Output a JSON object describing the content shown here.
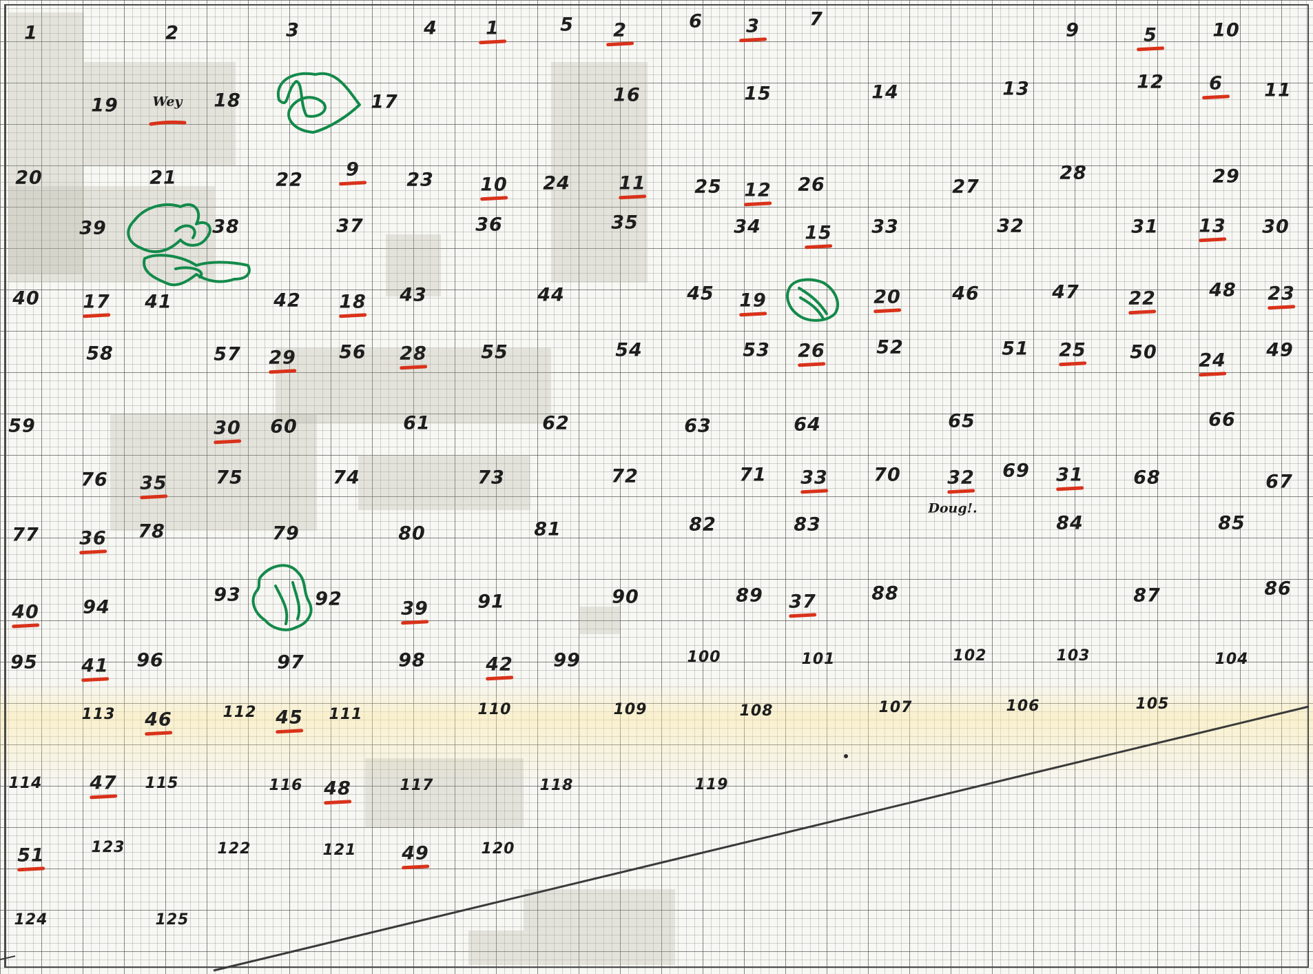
{
  "map": {
    "type": "plot-map-on-graph-paper",
    "colors": {
      "grid": "#5c5c5c",
      "paper": "#f7f7f3",
      "ink": "#1d1d1d",
      "underline": "#d9321a",
      "scribble": "#138a4a"
    },
    "plots": [
      {
        "id": "p1",
        "label": "1"
      },
      {
        "id": "p2",
        "label": "2"
      },
      {
        "id": "p3",
        "label": "3"
      },
      {
        "id": "p4",
        "label": "4"
      },
      {
        "id": "p5",
        "label": "5"
      },
      {
        "id": "p6",
        "label": "6"
      },
      {
        "id": "p7",
        "label": "7"
      },
      {
        "id": "p9",
        "label": "9"
      },
      {
        "id": "p10",
        "label": "10"
      },
      {
        "id": "p11",
        "label": "11"
      },
      {
        "id": "p12",
        "label": "12"
      },
      {
        "id": "p13",
        "label": "13"
      },
      {
        "id": "p14",
        "label": "14"
      },
      {
        "id": "p15",
        "label": "15"
      },
      {
        "id": "p16",
        "label": "16"
      },
      {
        "id": "p17",
        "label": "17"
      },
      {
        "id": "p18",
        "label": "18"
      },
      {
        "id": "p19",
        "label": "19"
      },
      {
        "id": "p20",
        "label": "20"
      },
      {
        "id": "p21",
        "label": "21"
      },
      {
        "id": "p22",
        "label": "22"
      },
      {
        "id": "p23",
        "label": "23"
      },
      {
        "id": "p24",
        "label": "24"
      },
      {
        "id": "p25",
        "label": "25"
      },
      {
        "id": "p26",
        "label": "26"
      },
      {
        "id": "p27",
        "label": "27"
      },
      {
        "id": "p28",
        "label": "28"
      },
      {
        "id": "p29",
        "label": "29"
      },
      {
        "id": "p30",
        "label": "30"
      },
      {
        "id": "p31",
        "label": "31"
      },
      {
        "id": "p32",
        "label": "32"
      },
      {
        "id": "p33",
        "label": "33"
      },
      {
        "id": "p34",
        "label": "34"
      },
      {
        "id": "p35",
        "label": "35"
      },
      {
        "id": "p36",
        "label": "36"
      },
      {
        "id": "p37",
        "label": "37"
      },
      {
        "id": "p38",
        "label": "38"
      },
      {
        "id": "p39",
        "label": "39"
      },
      {
        "id": "p40",
        "label": "40"
      },
      {
        "id": "p41",
        "label": "41"
      },
      {
        "id": "p42",
        "label": "42"
      },
      {
        "id": "p43",
        "label": "43"
      },
      {
        "id": "p44",
        "label": "44"
      },
      {
        "id": "p45",
        "label": "45"
      },
      {
        "id": "p46",
        "label": "46"
      },
      {
        "id": "p47",
        "label": "47"
      },
      {
        "id": "p48",
        "label": "48"
      },
      {
        "id": "p49",
        "label": "49"
      },
      {
        "id": "p50",
        "label": "50"
      },
      {
        "id": "p51",
        "label": "51"
      },
      {
        "id": "p52",
        "label": "52"
      },
      {
        "id": "p53",
        "label": "53"
      },
      {
        "id": "p54",
        "label": "54"
      },
      {
        "id": "p55",
        "label": "55"
      },
      {
        "id": "p56",
        "label": "56"
      },
      {
        "id": "p57",
        "label": "57"
      },
      {
        "id": "p58",
        "label": "58"
      },
      {
        "id": "p59",
        "label": "59"
      },
      {
        "id": "p60",
        "label": "60"
      },
      {
        "id": "p61",
        "label": "61"
      },
      {
        "id": "p62",
        "label": "62"
      },
      {
        "id": "p63",
        "label": "63"
      },
      {
        "id": "p64",
        "label": "64"
      },
      {
        "id": "p65",
        "label": "65"
      },
      {
        "id": "p66",
        "label": "66"
      },
      {
        "id": "p67",
        "label": "67"
      },
      {
        "id": "p68",
        "label": "68"
      },
      {
        "id": "p69",
        "label": "69"
      },
      {
        "id": "p70",
        "label": "70"
      },
      {
        "id": "p71",
        "label": "71"
      },
      {
        "id": "p72",
        "label": "72"
      },
      {
        "id": "p73",
        "label": "73"
      },
      {
        "id": "p74",
        "label": "74"
      },
      {
        "id": "p75",
        "label": "75"
      },
      {
        "id": "p76",
        "label": "76"
      },
      {
        "id": "p77",
        "label": "77"
      },
      {
        "id": "p78",
        "label": "78"
      },
      {
        "id": "p79",
        "label": "79"
      },
      {
        "id": "p80",
        "label": "80"
      },
      {
        "id": "p81",
        "label": "81"
      },
      {
        "id": "p82",
        "label": "82"
      },
      {
        "id": "p83",
        "label": "83"
      },
      {
        "id": "p84",
        "label": "84"
      },
      {
        "id": "p85",
        "label": "85"
      },
      {
        "id": "p86",
        "label": "86"
      },
      {
        "id": "p87",
        "label": "87"
      },
      {
        "id": "p88",
        "label": "88"
      },
      {
        "id": "p89",
        "label": "89"
      },
      {
        "id": "p90",
        "label": "90"
      },
      {
        "id": "p91",
        "label": "91"
      },
      {
        "id": "p92",
        "label": "92"
      },
      {
        "id": "p93",
        "label": "93"
      },
      {
        "id": "p94",
        "label": "94"
      },
      {
        "id": "p95",
        "label": "95"
      },
      {
        "id": "p96",
        "label": "96"
      },
      {
        "id": "p97",
        "label": "97"
      },
      {
        "id": "p98",
        "label": "98"
      },
      {
        "id": "p99",
        "label": "99"
      },
      {
        "id": "p100",
        "label": "100"
      },
      {
        "id": "p101",
        "label": "101"
      },
      {
        "id": "p102",
        "label": "102"
      },
      {
        "id": "p103",
        "label": "103"
      },
      {
        "id": "p104",
        "label": "104"
      },
      {
        "id": "p105",
        "label": "105"
      },
      {
        "id": "p106",
        "label": "106"
      },
      {
        "id": "p107",
        "label": "107"
      },
      {
        "id": "p108",
        "label": "108"
      },
      {
        "id": "p109",
        "label": "109"
      },
      {
        "id": "p110",
        "label": "110"
      },
      {
        "id": "p111",
        "label": "111"
      },
      {
        "id": "p112",
        "label": "112"
      },
      {
        "id": "p113",
        "label": "113"
      },
      {
        "id": "p114",
        "label": "114"
      },
      {
        "id": "p115",
        "label": "115"
      },
      {
        "id": "p116",
        "label": "116"
      },
      {
        "id": "p117",
        "label": "117"
      },
      {
        "id": "p118",
        "label": "118"
      },
      {
        "id": "p119",
        "label": "119"
      },
      {
        "id": "p120",
        "label": "120"
      },
      {
        "id": "p121",
        "label": "121"
      },
      {
        "id": "p122",
        "label": "122"
      },
      {
        "id": "p123",
        "label": "123"
      },
      {
        "id": "p124",
        "label": "124"
      },
      {
        "id": "p125",
        "label": "125"
      }
    ],
    "marked": [
      {
        "id": "m1",
        "label": "1"
      },
      {
        "id": "m2",
        "label": "2"
      },
      {
        "id": "m3",
        "label": "3"
      },
      {
        "id": "m5",
        "label": "5"
      },
      {
        "id": "m6",
        "label": "6"
      },
      {
        "id": "m9",
        "label": "9"
      },
      {
        "id": "m10",
        "label": "10"
      },
      {
        "id": "m11",
        "label": "11"
      },
      {
        "id": "m12",
        "label": "12"
      },
      {
        "id": "m13",
        "label": "13"
      },
      {
        "id": "m15",
        "label": "15"
      },
      {
        "id": "m17",
        "label": "17"
      },
      {
        "id": "m18",
        "label": "18"
      },
      {
        "id": "m19",
        "label": "19"
      },
      {
        "id": "m20",
        "label": "20"
      },
      {
        "id": "m22",
        "label": "22"
      },
      {
        "id": "m23",
        "label": "23"
      },
      {
        "id": "m24",
        "label": "24"
      },
      {
        "id": "m25",
        "label": "25"
      },
      {
        "id": "m26",
        "label": "26"
      },
      {
        "id": "m28",
        "label": "28"
      },
      {
        "id": "m29",
        "label": "29"
      },
      {
        "id": "m30",
        "label": "30"
      },
      {
        "id": "m31",
        "label": "31"
      },
      {
        "id": "m32",
        "label": "32"
      },
      {
        "id": "m33",
        "label": "33"
      },
      {
        "id": "m35",
        "label": "35"
      },
      {
        "id": "m36",
        "label": "36"
      },
      {
        "id": "m37",
        "label": "37"
      },
      {
        "id": "m39",
        "label": "39"
      },
      {
        "id": "m40",
        "label": "40"
      },
      {
        "id": "m41",
        "label": "41"
      },
      {
        "id": "m42",
        "label": "42"
      },
      {
        "id": "m45",
        "label": "45"
      },
      {
        "id": "m46",
        "label": "46"
      },
      {
        "id": "m47",
        "label": "47"
      },
      {
        "id": "m48",
        "label": "48"
      },
      {
        "id": "m49",
        "label": "49"
      },
      {
        "id": "m51",
        "label": "51"
      }
    ],
    "notes": [
      {
        "id": "wey",
        "text": "Wey"
      },
      {
        "id": "doug",
        "text": "Doug!."
      }
    ]
  }
}
